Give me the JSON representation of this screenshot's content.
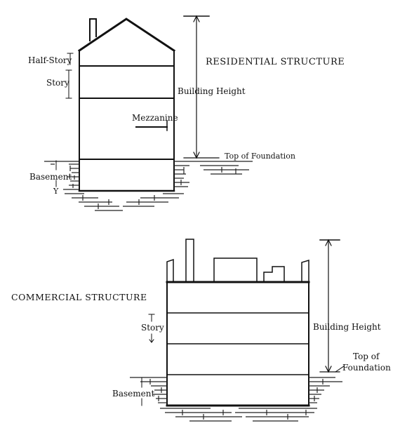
{
  "residential": {
    "title": "RESIDENTIAL STRUCTURE",
    "half_story": "Half-Story",
    "story": "Story",
    "building_height": "Building Height",
    "mezzanine": "Mezzanine",
    "top_of_foundation": "Top of Foundation",
    "basement": "Basement",
    "y_mark": "Y"
  },
  "commercial": {
    "title": "COMMERCIAL STRUCTURE",
    "story": "Story",
    "building_height": "Building Height",
    "top_of_foundation_line1": "Top of",
    "top_of_foundation_line2": "Foundation",
    "basement": "Basement"
  }
}
